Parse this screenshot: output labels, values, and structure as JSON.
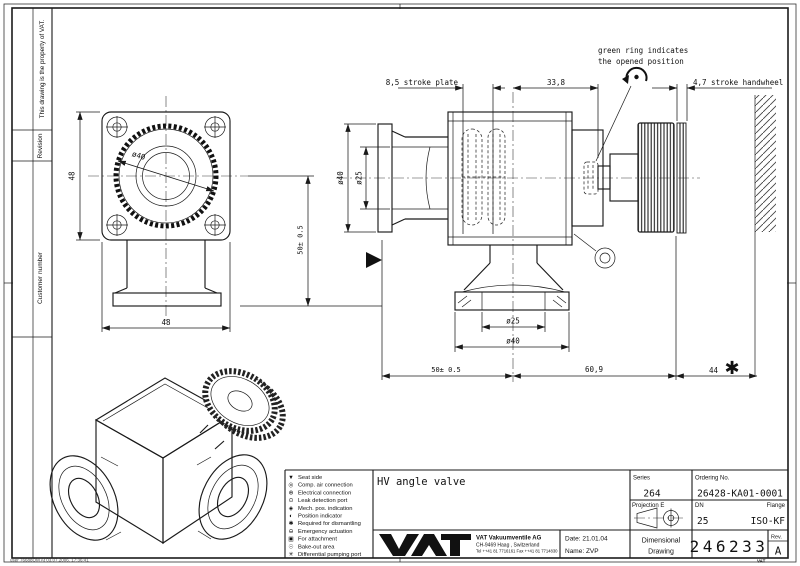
{
  "frame": {
    "property_note": "This drawing is the property of VAT.",
    "revision_label": "Revision",
    "customer_label": "Customer number",
    "print_stamp": "user 76688OM At 03.07.2006, 17:36:41",
    "corner_stamp": "VAT"
  },
  "annotations": {
    "green_ring_line1": "green ring indicates",
    "green_ring_line2": "the opened position",
    "stroke_plate": "8,5 stroke plate",
    "body_length": "33,8",
    "stroke_handwheel": "4,7 stroke handwheel"
  },
  "front_view": {
    "height": "48",
    "width": "48",
    "wheel_dia": "ø40",
    "center_to_face": "50± 0.5"
  },
  "section_view": {
    "port_od": "ø40",
    "port_id": "ø25",
    "bottom_id": "ø25",
    "bottom_od": "ø40",
    "face_to_axis": "50± 0.5",
    "axis_to_wheel": "60,9",
    "wheel_to_wall": "44",
    "dismantle_star": "✱"
  },
  "legend": {
    "items": [
      {
        "icon": "▼",
        "label": "Seat side"
      },
      {
        "icon": "◎",
        "label": "Comp. air connection"
      },
      {
        "icon": "⊕",
        "label": "Electrical connection"
      },
      {
        "icon": "⊙",
        "label": "Leak detection port"
      },
      {
        "icon": "◈",
        "label": "Mech. pos. indication"
      },
      {
        "icon": "◐",
        "label": "Position indicator"
      },
      {
        "icon": "✱",
        "label": "Required for dismantling"
      },
      {
        "icon": "⊖",
        "label": "Emergency actuation"
      },
      {
        "icon": "▣",
        "label": "For attachment"
      },
      {
        "icon": "☉",
        "label": "Bake-out area"
      },
      {
        "icon": "✳",
        "label": "Differential pumping port"
      }
    ]
  },
  "title_block": {
    "title": "HV angle valve",
    "series_label": "Series",
    "series_value": "264",
    "ordering_label": "Ordering No.",
    "ordering_value": "26428-KA01-0001",
    "projection_label": "Projection E",
    "dn_label": "DN",
    "dn_value": "25",
    "flange_label": "Flange",
    "flange_value": "ISO-KF",
    "company_name": "VAT Vakuumventile AG",
    "company_address": "CH-9469 Haag , Switzerland",
    "company_phone": "Tel ++41 81 7716161 Fax ++41 81 7714830",
    "date_label": "Date: 21.01.04",
    "name_label": "Name: ZVP",
    "doc_type_line1": "Dimensional",
    "doc_type_line2": "Drawing",
    "drawing_number": "246233",
    "rev_label": "Rev.",
    "rev_value": "A"
  }
}
